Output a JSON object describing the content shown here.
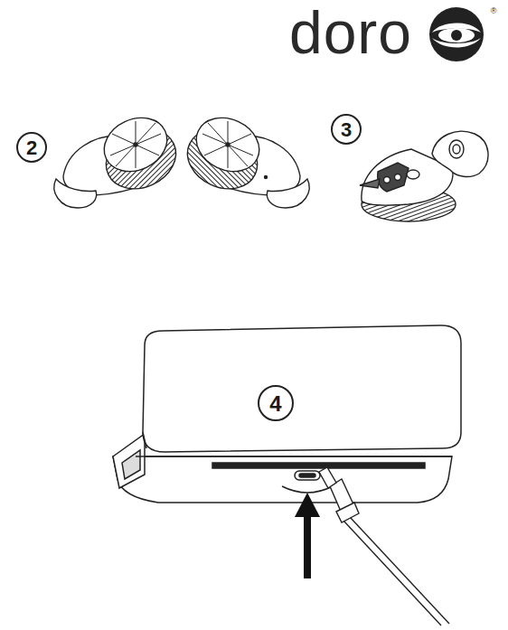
{
  "diagram": {
    "labels": [
      "doro",
      "®",
      "2",
      "3",
      "4"
    ]
  }
}
